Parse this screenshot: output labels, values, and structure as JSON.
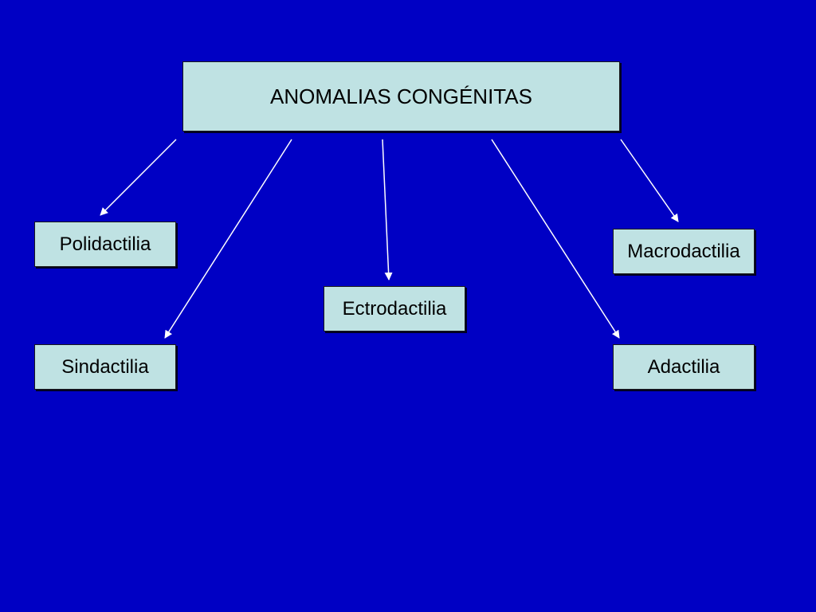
{
  "colors": {
    "background": "#0000c4",
    "box_fill": "#bfe2e3",
    "arrow": "#ffffff"
  },
  "diagram": {
    "root": {
      "label": "ANOMALIAS CONGÉNITAS"
    },
    "children": [
      {
        "id": "polidactilia",
        "label": "Polidactilia"
      },
      {
        "id": "sindactilia",
        "label": "Sindactilia"
      },
      {
        "id": "ectrodactilia",
        "label": "Ectrodactilia"
      },
      {
        "id": "macrodactilia",
        "label": "Macrodactilia"
      },
      {
        "id": "adactilia",
        "label": "Adactilia"
      }
    ],
    "edges": [
      {
        "from": "root",
        "to": "polidactilia"
      },
      {
        "from": "root",
        "to": "sindactilia"
      },
      {
        "from": "root",
        "to": "ectrodactilia"
      },
      {
        "from": "root",
        "to": "adactilia"
      },
      {
        "from": "root",
        "to": "macrodactilia"
      }
    ]
  }
}
